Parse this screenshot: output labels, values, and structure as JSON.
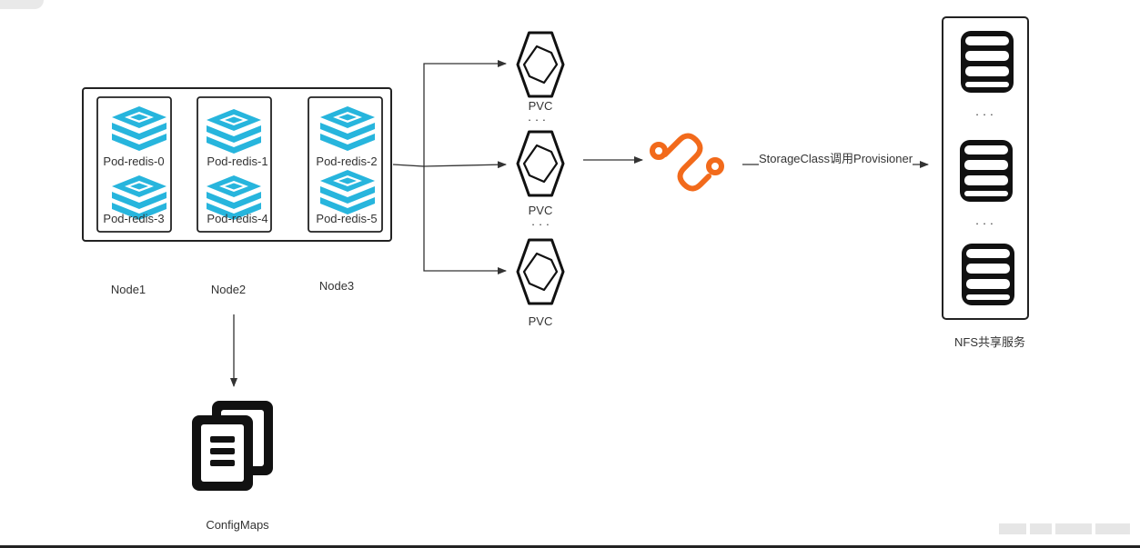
{
  "pods": [
    "Pod-redis-0",
    "Pod-redis-1",
    "Pod-redis-2",
    "Pod-redis-3",
    "Pod-redis-4",
    "Pod-redis-5"
  ],
  "nodes": [
    "Node1",
    "Node2",
    "Node3"
  ],
  "pvc": {
    "label": "PVC",
    "ellipsis": "· · ·"
  },
  "storage": {
    "edge_label": "StorageClass调用Provisioner"
  },
  "nfs": {
    "label": "NFS共享服务",
    "ellipsis": "· · ·"
  },
  "configmaps": {
    "label": "ConfigMaps"
  },
  "colors": {
    "redis": "#27b5dd",
    "provisioner": "#f26a1b",
    "line": "#333333"
  }
}
